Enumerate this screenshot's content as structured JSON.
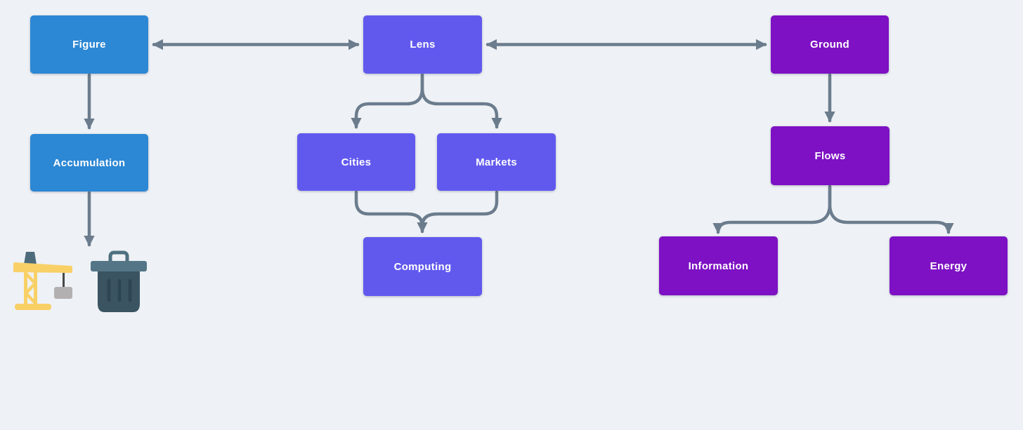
{
  "diagram": {
    "background_color": "#eef1f5",
    "connector_color": "#6b7c8d",
    "node_colors": {
      "blue": "#2c87d4",
      "indigo": "#6159ee",
      "purple": "#7d11c3"
    },
    "nodes": [
      {
        "id": "figure",
        "label": "Figure",
        "color": "#2c87d4"
      },
      {
        "id": "accumulation",
        "label": "Accumulation",
        "color": "#2c87d4"
      },
      {
        "id": "lens",
        "label": "Lens",
        "color": "#6159ee"
      },
      {
        "id": "cities",
        "label": "Cities",
        "color": "#6159ee"
      },
      {
        "id": "markets",
        "label": "Markets",
        "color": "#6159ee"
      },
      {
        "id": "computing",
        "label": "Computing",
        "color": "#6159ee"
      },
      {
        "id": "ground",
        "label": "Ground",
        "color": "#7d11c3"
      },
      {
        "id": "flows",
        "label": "Flows",
        "color": "#7d11c3"
      },
      {
        "id": "information",
        "label": "Information",
        "color": "#7d11c3"
      },
      {
        "id": "energy",
        "label": "Energy",
        "color": "#7d11c3"
      }
    ],
    "edges": [
      {
        "from": "figure",
        "to": "lens",
        "type": "bidirectional-arrow"
      },
      {
        "from": "lens",
        "to": "ground",
        "type": "bidirectional-arrow"
      },
      {
        "from": "figure",
        "to": "accumulation",
        "type": "arrow"
      },
      {
        "from": "accumulation",
        "to": "demolition-icons",
        "type": "arrow"
      },
      {
        "from": "lens",
        "to": "cities",
        "type": "arrow"
      },
      {
        "from": "lens",
        "to": "markets",
        "type": "arrow"
      },
      {
        "from": "cities",
        "to": "computing",
        "type": "arrow"
      },
      {
        "from": "markets",
        "to": "computing",
        "type": "arrow"
      },
      {
        "from": "ground",
        "to": "flows",
        "type": "arrow"
      },
      {
        "from": "flows",
        "to": "information",
        "type": "arrow"
      },
      {
        "from": "flows",
        "to": "energy",
        "type": "arrow"
      }
    ],
    "icons": [
      {
        "name": "crane-icon",
        "colors": {
          "body": "#f8d066",
          "cab": "#4e6b7a",
          "cable": "#474747",
          "load": "#b2b0b1"
        }
      },
      {
        "name": "trash-icon",
        "colors": {
          "lid": "#547586",
          "handle": "#4e7080",
          "body": "#3a5462",
          "ridges": "#2d4552"
        }
      }
    ]
  }
}
